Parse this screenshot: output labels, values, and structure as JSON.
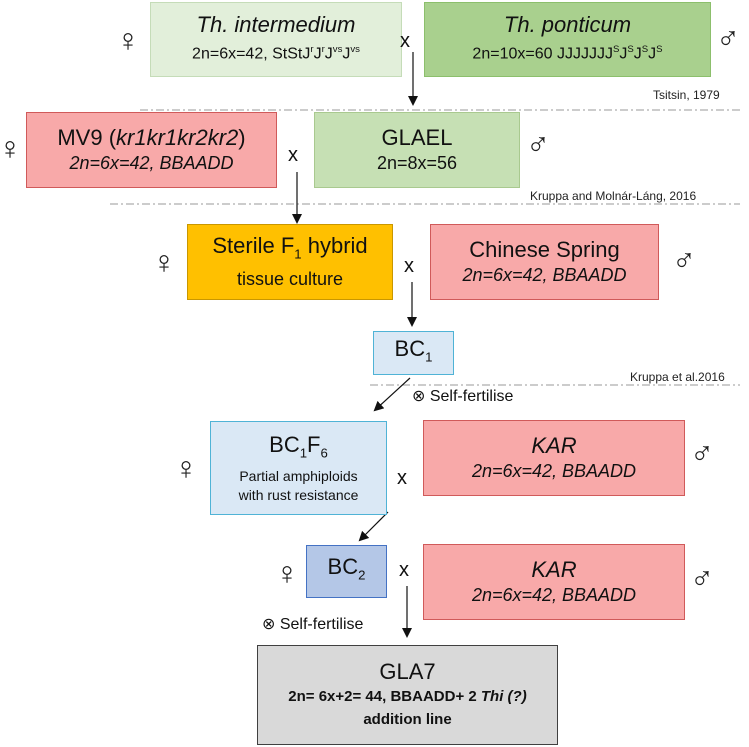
{
  "row1": {
    "female_symbol": "♀",
    "left": {
      "name": "Th. intermedium",
      "formula": "2n=6x=42, StStJ",
      "genome_sup": "r",
      "mid": "J",
      "sup2": "r",
      "mid2": "J",
      "sup3": "vs",
      "mid3": "J",
      "sup4": "vs"
    },
    "cross": "x",
    "right": {
      "name": "Th. ponticum",
      "formula": "2n=10x=60 JJJJJJJ",
      "s1": "S",
      "j1": "J",
      "s2": "S",
      "j2": "J",
      "s3": "S",
      "j3": "J",
      "s4": "S"
    },
    "male_symbol": "♂",
    "citation": "Tsitsin, 1979"
  },
  "row2": {
    "female_symbol": "♀",
    "left": {
      "name_prefix": "MV9 (",
      "name_italic": "kr1kr1kr2kr2",
      "name_suffix": ")",
      "formula": "2n=6x=42, BBAADD"
    },
    "cross": "x",
    "right": {
      "name": "GLAEL",
      "formula": "2n=8x=56"
    },
    "male_symbol": "♂",
    "citation": "Kruppa and Molnár-Láng, 2016"
  },
  "row3": {
    "female_symbol": "♀",
    "left": {
      "line1_prefix": "Sterile F",
      "line1_sub": "1",
      "line1_suffix": " hybrid",
      "line2": "tissue culture"
    },
    "cross": "x",
    "right": {
      "name": "Chinese Spring",
      "formula": "2n=6x=42, BBAADD"
    },
    "male_symbol": "♂"
  },
  "bc1": {
    "label": "BC",
    "sub": "1",
    "self_symbol": "⊗",
    "self_text": "Self-fertilise",
    "citation": "Kruppa et al.2016"
  },
  "row4": {
    "female_symbol": "♀",
    "left": {
      "label": "BC",
      "sub1": "1",
      "mid": "F",
      "sub2": "6",
      "desc1": "Partial amphiploids",
      "desc2": "with rust resistance"
    },
    "cross": "x",
    "right": {
      "name": "KAR",
      "formula": "2n=6x=42, BBAADD"
    },
    "male_symbol": "♂"
  },
  "row5": {
    "female_symbol": "♀",
    "left": {
      "label": "BC",
      "sub": "2"
    },
    "cross": "x",
    "right": {
      "name": "KAR",
      "formula": "2n=6x=42, BBAADD"
    },
    "male_symbol": "♂",
    "self_symbol": "⊗",
    "self_text": "Self-fertilise"
  },
  "final": {
    "name": "GLA7",
    "line2_prefix": "2n= 6x+2= 44, BBAADD+ 2 ",
    "line2_italic": "Thi (?)",
    "line3": "addition line"
  },
  "colors": {
    "light_green": "#e2efda",
    "green": "#a9d08e",
    "red": "#f8a9a9",
    "orange": "#ffc000",
    "light_blue": "#dae8f5",
    "mid_blue": "#b4c7e7",
    "gray": "#d9d9d9"
  }
}
